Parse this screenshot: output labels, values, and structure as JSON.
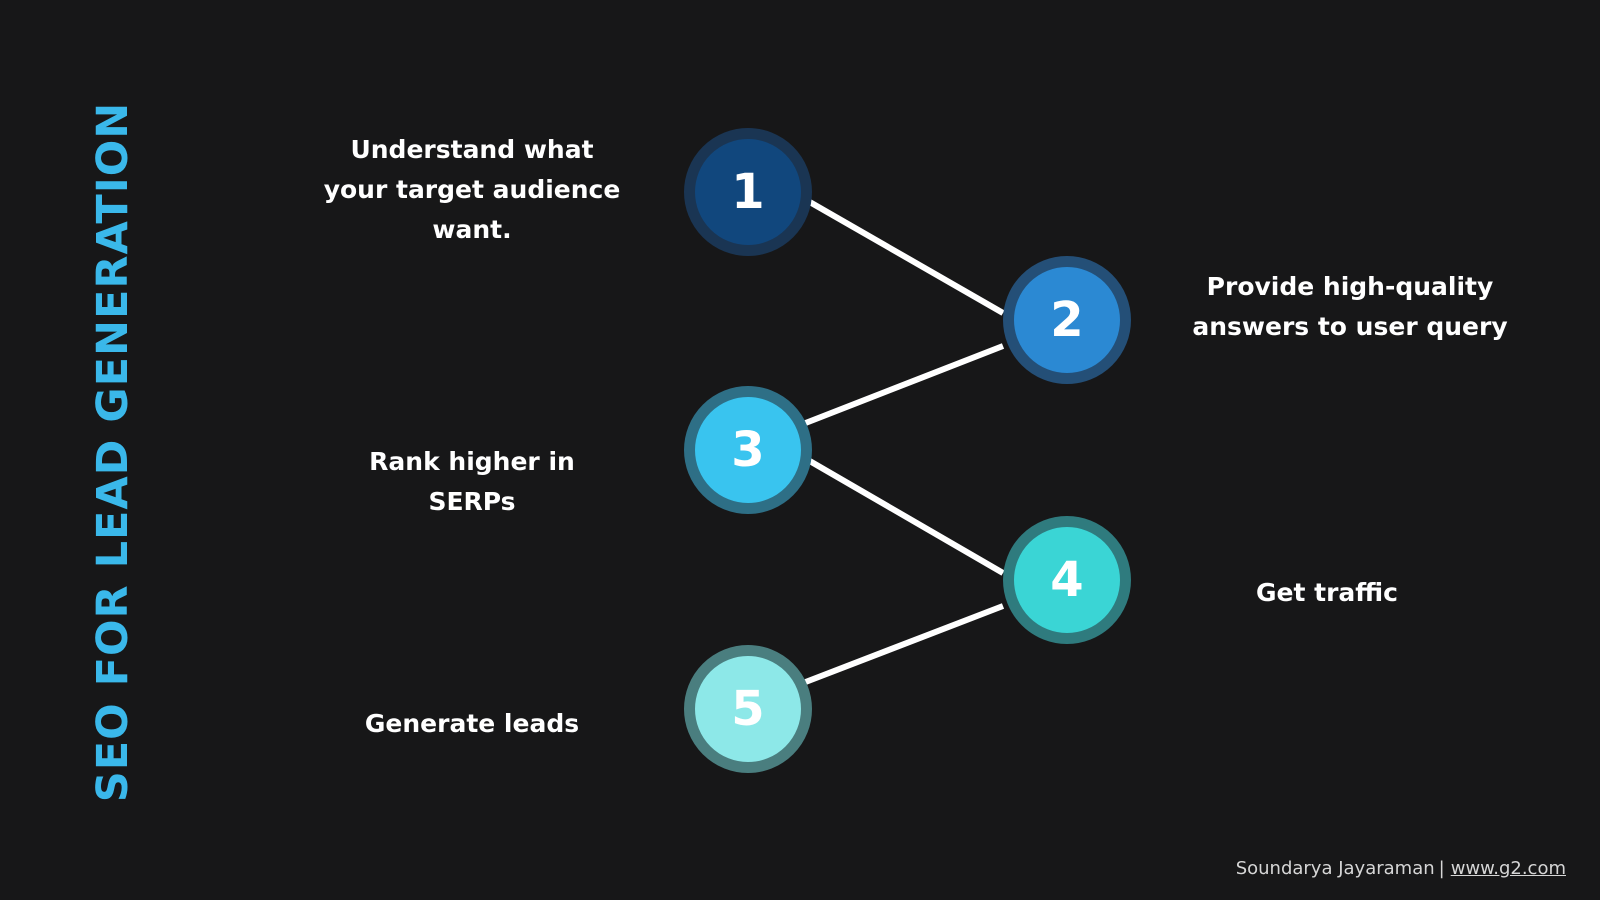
{
  "title": "SEO FOR LEAD GENERATION",
  "colors": {
    "background": "#171718",
    "title": "#3AB8EA",
    "connector": "#FFFFFF",
    "step1": "#11477D",
    "step2": "#2B89D3",
    "step3": "#39C4EF",
    "step4": "#3AD5D5",
    "step5": "#8DE8E8"
  },
  "steps": [
    {
      "number": "1",
      "label": "Understand what your target audience want."
    },
    {
      "number": "2",
      "label": "Provide high-quality answers to user query"
    },
    {
      "number": "3",
      "label": "Rank higher in SERPs"
    },
    {
      "number": "4",
      "label": "Get traffic"
    },
    {
      "number": "5",
      "label": "Generate leads"
    }
  ],
  "footer": {
    "author": "Soundarya Jayaraman",
    "separator": "|",
    "link": "www.g2.com"
  }
}
